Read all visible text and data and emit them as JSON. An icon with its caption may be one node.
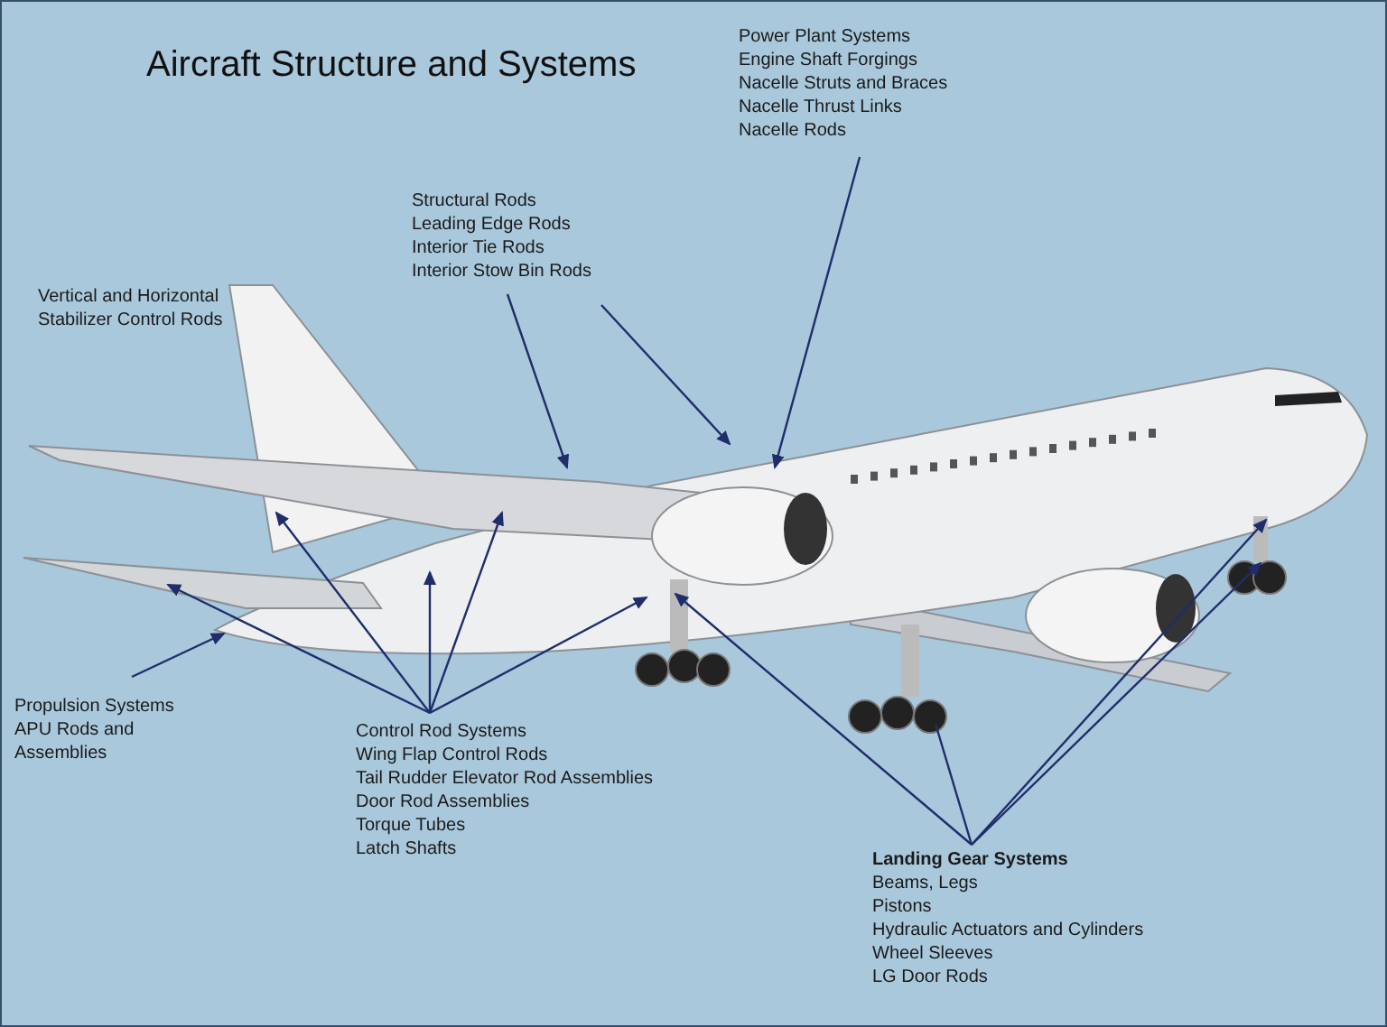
{
  "diagram": {
    "title": "Aircraft Structure and Systems",
    "nodes": [
      {
        "text": [
          "Power Plant Systems",
          "Engine Shaft Forgings",
          "Nacelle Struts and Braces",
          "Nacelle Thrust Links",
          "Nacelle Rods"
        ]
      },
      {
        "text": [
          "Structural Rods",
          "Leading Edge Rods",
          "Interior Tie Rods",
          "Interior Stow Bin Rods"
        ]
      },
      {
        "text": [
          "Propulsion Systems",
          "APU Rods and Assemblies"
        ]
      },
      {
        "text": [
          "Control Rod Systems",
          "Wing Flap Control Rods",
          "Tail Rudder Elevator Rod Assemblies",
          "Door Rod Assemblies",
          "Torque Tubes",
          "Latch Shafts"
        ]
      },
      {
        "text": [
          "Landing Gear Systems",
          "Beams, Legs",
          "Pistons",
          "Hydraulic Actuators and Cylinders",
          "Wheel Sleeves",
          "LG Door Rods"
        ]
      }
    ],
    "edges": [
      {
        "from": 0,
        "to": null,
        "arrow": "to"
      },
      {
        "from": 1,
        "to": null,
        "arrow": "to"
      },
      {
        "from": 1,
        "to": null,
        "arrow": "to"
      },
      {
        "from": 2,
        "to": null,
        "arrow": "to"
      },
      {
        "from": 3,
        "to": null,
        "arrow": "to"
      },
      {
        "from": 3,
        "to": null,
        "arrow": "to"
      },
      {
        "from": 3,
        "to": null,
        "arrow": "to"
      },
      {
        "from": 3,
        "to": null,
        "arrow": "to"
      },
      {
        "from": 3,
        "to": null,
        "arrow": "to"
      },
      {
        "from": 4,
        "to": null,
        "arrow": "to"
      },
      {
        "from": 4,
        "to": null,
        "arrow": "none"
      },
      {
        "from": 4,
        "to": null,
        "arrow": "to"
      },
      {
        "from": 4,
        "to": null,
        "arrow": "to"
      }
    ],
    "labels": [
      "Vertical and Horizontal Stabilizer Control Rods"
    ]
  }
}
